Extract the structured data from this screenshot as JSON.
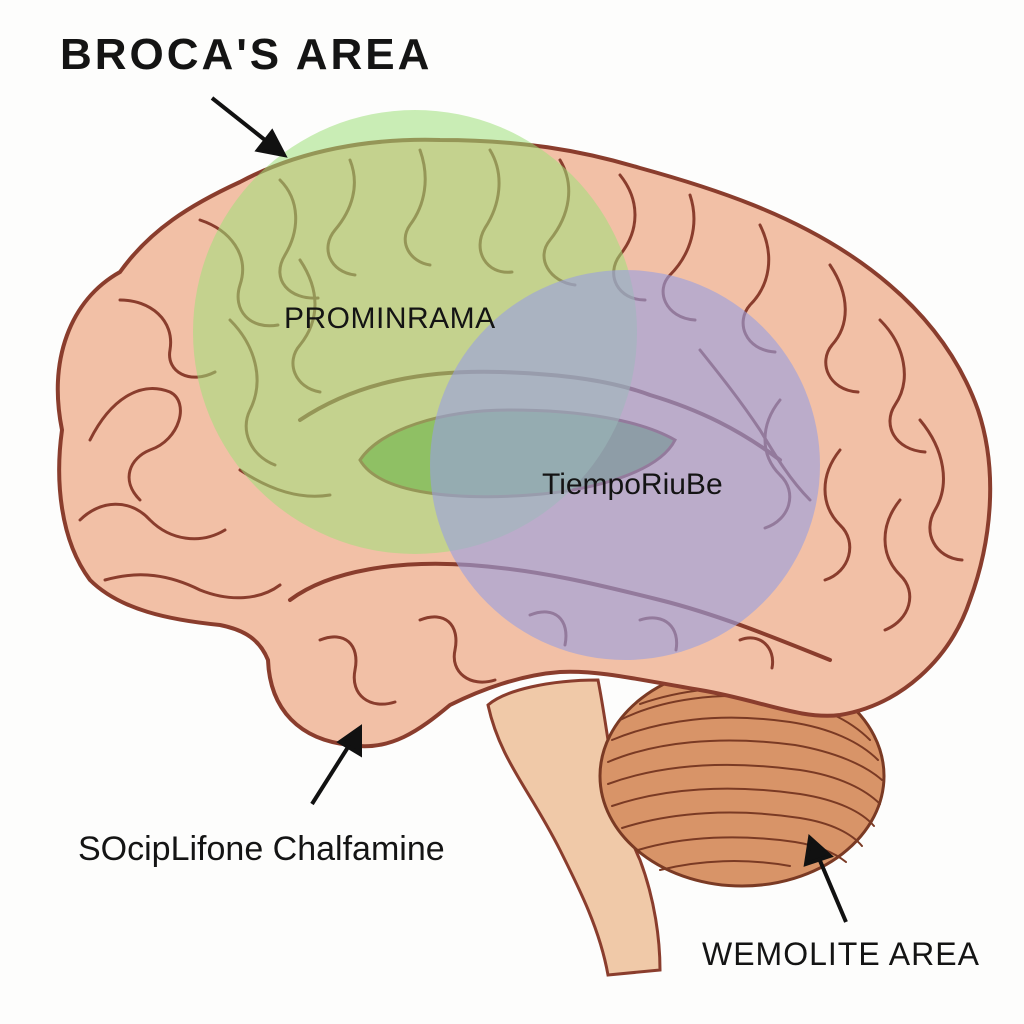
{
  "labels": {
    "title": "BROCA'S AREA",
    "frontal_region": "PROMINRAMA",
    "temporal_region": "TiempoRiuBe",
    "lower_left": "SOcipLifone Chalfamine",
    "lower_right": "WEMOLITE AREA"
  },
  "colors": {
    "background": "#fdfdfc",
    "brain_fill": "#f2c0a6",
    "brain_outline": "#8a3d2d",
    "green_highlight": "#9fe07a",
    "blue_highlight": "#9a9fe0",
    "cerebellum": "#d89468",
    "brainstem": "#f0c9a8",
    "label_text": "#141414"
  },
  "highlights": [
    {
      "name": "green-region",
      "color": "#9fe07a"
    },
    {
      "name": "blue-region",
      "color": "#9a9fe0"
    }
  ]
}
